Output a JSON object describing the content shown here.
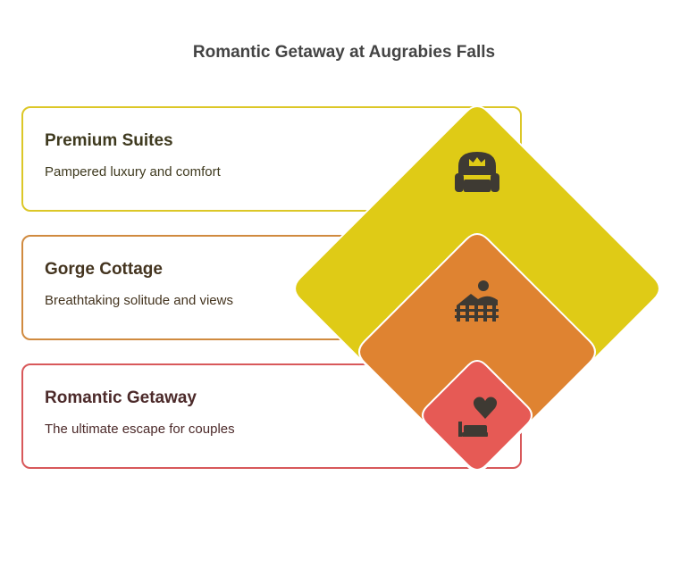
{
  "title": "Romantic Getaway at Augrabies Falls",
  "tiers": [
    {
      "title": "Premium Suites",
      "description": "Pampered luxury and comfort",
      "color": "#DFCB16",
      "border_color": "#DCC727",
      "text_color": "#3F3A1F",
      "icon": "armchair-crown-icon"
    },
    {
      "title": "Gorge Cottage",
      "description": "Breathtaking solitude and views",
      "color": "#DF8331",
      "border_color": "#D08A3F",
      "text_color": "#44341F",
      "icon": "person-fence-view-icon"
    },
    {
      "title": "Romantic Getaway",
      "description": "The ultimate escape for couples",
      "color": "#E65A55",
      "border_color": "#D8585A",
      "text_color": "#4C2A2A",
      "icon": "heart-bed-icon"
    }
  ],
  "icon_color": "#3E3A33"
}
